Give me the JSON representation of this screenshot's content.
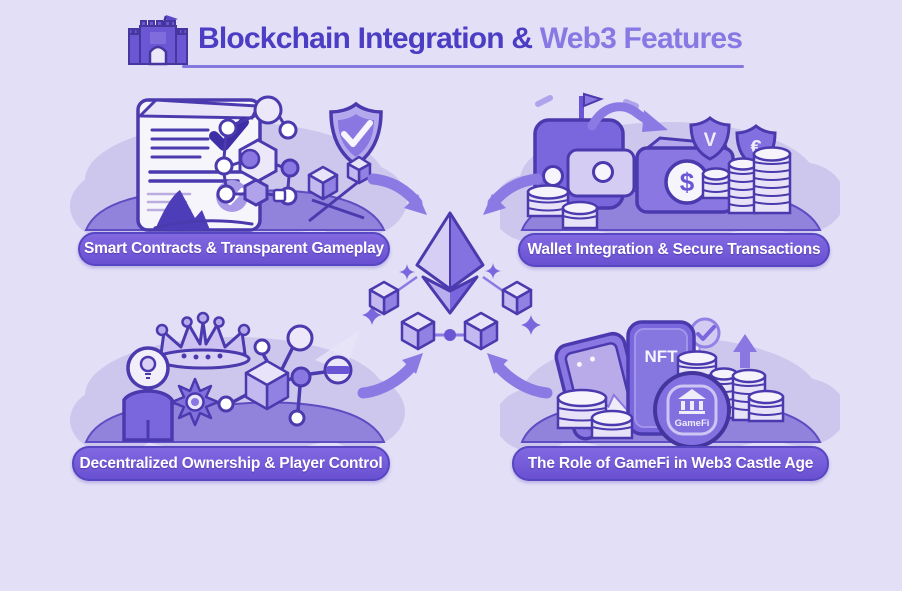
{
  "palette": {
    "background": "#e2dff6",
    "cloud_blob": "#cdc7ed",
    "ground_mound": "#9183dc",
    "outline": "#4a3aae",
    "purple_main": "#7a66dd",
    "purple_light": "#cfc6f2",
    "pill_gradient_top": "#8269e1",
    "pill_gradient_bottom": "#6950d2",
    "title_primary_color": "#4b3dc4",
    "title_secondary_color": "#8778e3"
  },
  "header": {
    "title_primary": "Blockchain Integration &",
    "title_secondary": "Web3 Features"
  },
  "quadrants": {
    "top_left": {
      "label": "Smart Contracts & Transparent Gameplay"
    },
    "top_right": {
      "label": "Wallet Integration & Secure Transactions"
    },
    "bottom_left": {
      "label": "Decentralized Ownership & Player Control"
    },
    "bottom_right": {
      "label": "The Role of GameFi in Web3 Castle Age"
    }
  },
  "art": {
    "nft_label": "NFT",
    "gamefi_label": "GameFi",
    "dollar_symbol": "$",
    "shield_v": "V",
    "shield_euro": "€"
  },
  "icons": [
    "castle-icon",
    "contract-document-icon",
    "blockchain-network-icon",
    "shield-check-icon",
    "linked-cubes-icon",
    "vault-safe-icon",
    "transfer-arrow-icon",
    "wallet-icon",
    "dollar-coin-icon",
    "shield-v-icon",
    "shield-euro-icon",
    "coin-stack-icon",
    "player-idea-icon",
    "crown-icon",
    "gear-icon",
    "ownership-network-icon",
    "nft-art-phone-icon",
    "nft-phone-icon",
    "check-circle-icon",
    "gamefi-coin-icon",
    "growth-arrow-icon",
    "ethereum-icon",
    "cube-icon",
    "star-icon",
    "curved-arrow-icon"
  ]
}
